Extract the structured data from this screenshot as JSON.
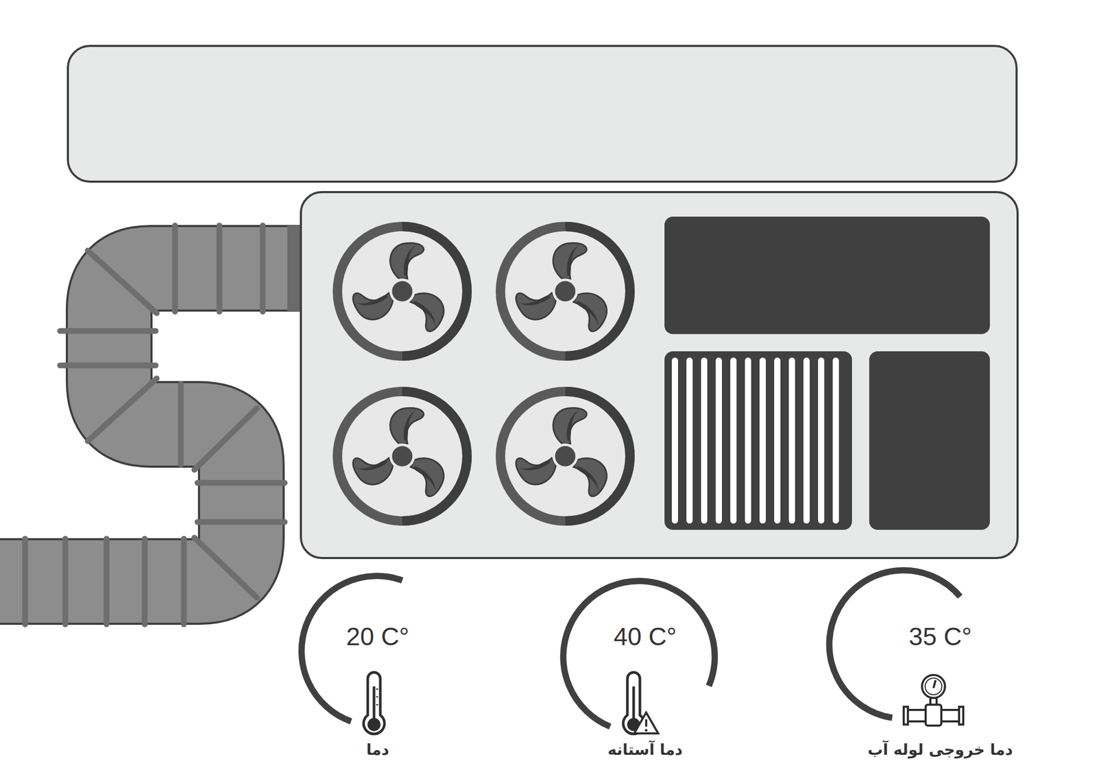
{
  "diagram": {
    "nodes": [
      {
        "text": [
          "20 C°",
          "دما"
        ]
      },
      {
        "text": [
          "40 C°",
          "دما آستانه"
        ]
      },
      {
        "text": [
          "35 C°",
          "دما خروجی لوله آب"
        ]
      }
    ]
  }
}
